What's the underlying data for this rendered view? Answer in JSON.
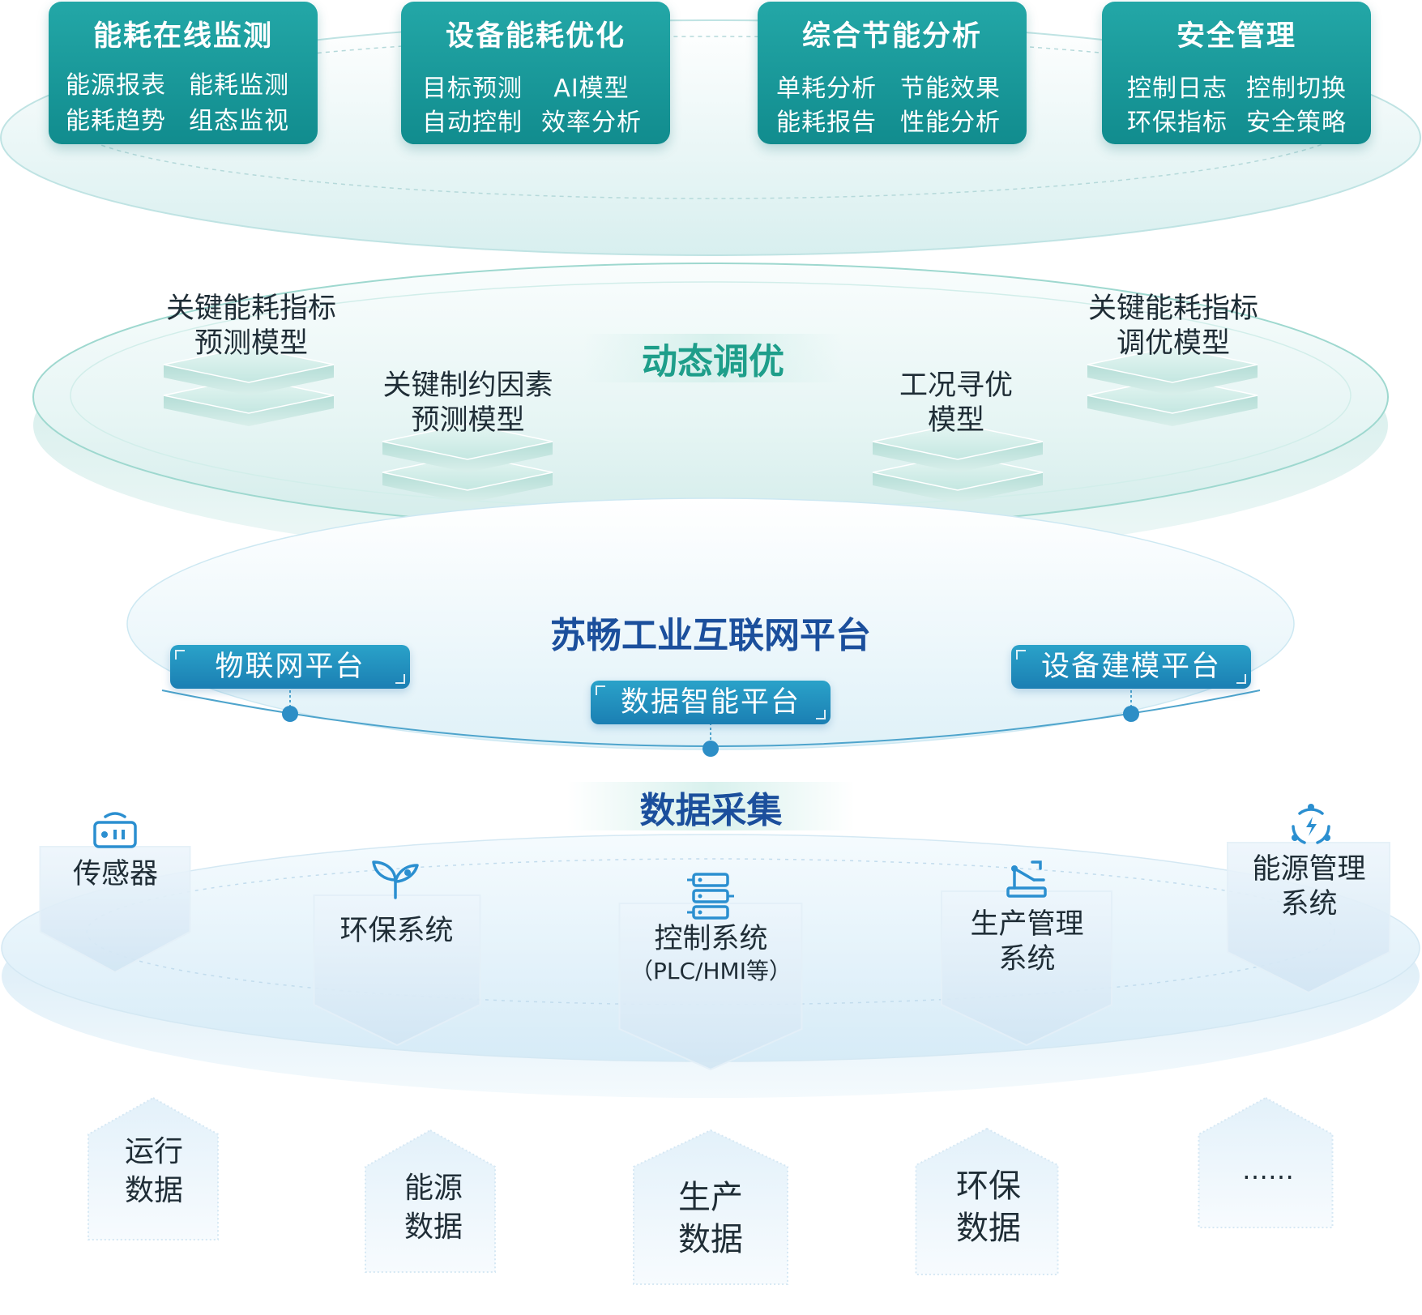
{
  "applications": [
    {
      "title": "能耗在线监测",
      "items": [
        "能源报表",
        "能耗监测",
        "能耗趋势",
        "组态监视"
      ]
    },
    {
      "title": "设备能耗优化",
      "items": [
        "目标预测",
        "AI模型",
        "自动控制",
        "效率分析"
      ]
    },
    {
      "title": "综合节能分析",
      "items": [
        "单耗分析",
        "节能效果",
        "能耗报告",
        "性能分析"
      ]
    },
    {
      "title": "安全管理",
      "items": [
        "控制日志",
        "控制切换",
        "环保指标",
        "安全策略"
      ]
    }
  ],
  "tuning": {
    "title": "动态调优",
    "models": [
      {
        "line1": "关键能耗指标",
        "line2": "预测模型"
      },
      {
        "line1": "关键制约因素",
        "line2": "预测模型"
      },
      {
        "line1": "工况寻优",
        "line2": "模型"
      },
      {
        "line1": "关键能耗指标",
        "line2": "调优模型"
      }
    ]
  },
  "platform": {
    "title": "苏畅工业互联网平台",
    "items": [
      "物联网平台",
      "数据智能平台",
      "设备建模平台"
    ]
  },
  "collection": {
    "title": "数据采集",
    "sources": [
      {
        "line1": "传感器",
        "line2": "",
        "icon": "router-icon"
      },
      {
        "line1": "环保系统",
        "line2": "",
        "icon": "sprout-icon"
      },
      {
        "line1": "控制系统",
        "line2": "（PLC/HMI等）",
        "icon": "server-rack-icon"
      },
      {
        "line1": "生产管理",
        "line2": "系统",
        "icon": "robot-arm-icon"
      },
      {
        "line1": "能源管理",
        "line2": "系统",
        "icon": "energy-cycle-icon"
      }
    ]
  },
  "data_types": [
    {
      "line1": "运行",
      "line2": "数据"
    },
    {
      "line1": "能源",
      "line2": "数据"
    },
    {
      "line1": "生产",
      "line2": "数据"
    },
    {
      "line1": "环保",
      "line2": "数据"
    },
    {
      "line1": "……",
      "line2": ""
    }
  ],
  "colors": {
    "card_teal": "#1a9c9e",
    "tuning_title": "#1e9e8a",
    "platform_title": "#1b4f9c",
    "pill_blue": "#2391c2",
    "icon_blue": "#2b8fd0"
  }
}
